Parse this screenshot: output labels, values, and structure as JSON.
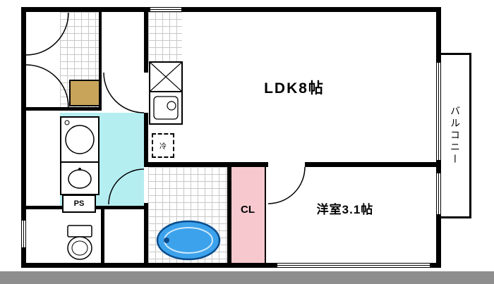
{
  "floor_plan": {
    "labels": {
      "ldk": "LDK8帖",
      "western_room": "洋室3.1帖",
      "closet": "CL",
      "pipe_space": "PS",
      "balcony": "バルコニー",
      "refrigerator": "冷"
    },
    "colors": {
      "wall": "#000000",
      "washroom_floor": "#b5eef1",
      "closet_floor": "#f7c9cf",
      "shoe_cabinet": "#c7a45a",
      "bathtub_fill": "#3da2ec",
      "bathtub_outline": "#0b4d8c",
      "tile_grid_line": "#c8c8c8",
      "bottom_bar": "#8e8e8e"
    }
  }
}
